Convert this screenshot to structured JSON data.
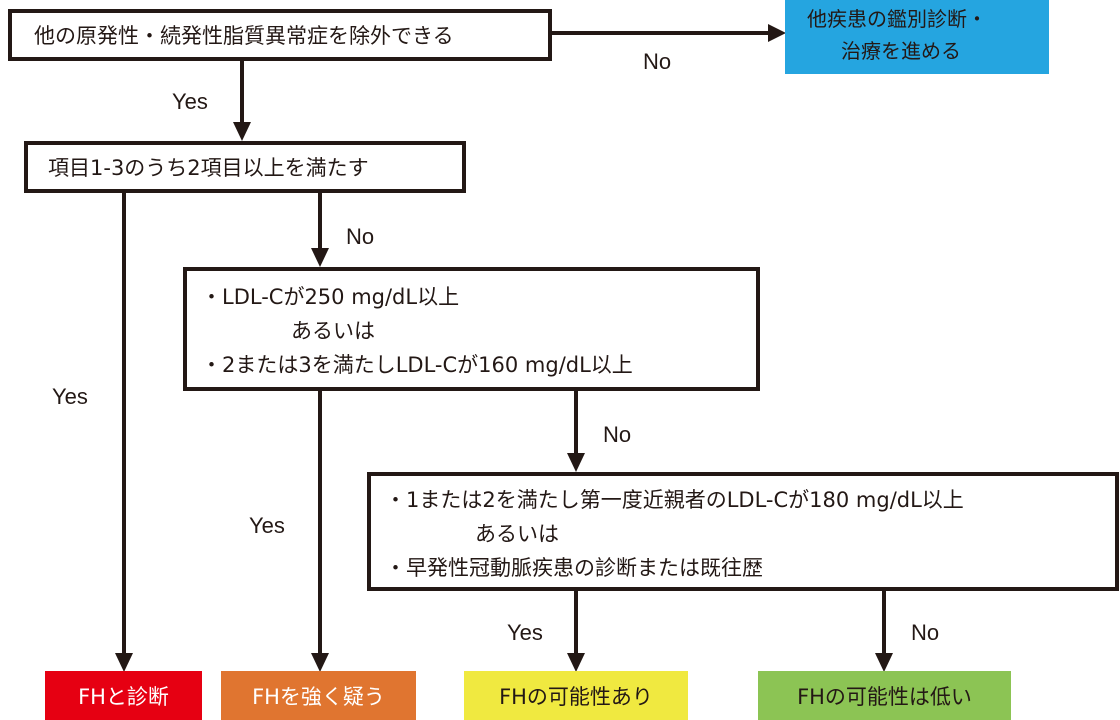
{
  "nodes": {
    "exclude_secondary": "他の原発性・続発性脂質異常症を除外できる",
    "other_disease": [
      "他疾患の鑑別診断・",
      "治療を進める"
    ],
    "two_of_three": "項目1-3のうち2項目以上を満たす",
    "ldl_criteria": [
      "・LDL-Cが250 mg/dL以上",
      "あるいは",
      "・2または3を満たしLDL-Cが160 mg/dL以上"
    ],
    "relative_criteria": [
      "・1または2を満たし第一度近親者のLDL-Cが180 mg/dL以上",
      "あるいは",
      "・早発性冠動脈疾患の診断または既往歴"
    ]
  },
  "edge_labels": {
    "no_1": "No",
    "yes_1": "Yes",
    "no_2": "No",
    "yes_2": "Yes",
    "no_3": "No",
    "yes_3": "Yes",
    "yes_4": "Yes",
    "no_4": "No"
  },
  "outcomes": [
    {
      "label": "FHと診断",
      "color": "#e60012",
      "text_color": "#ffffff"
    },
    {
      "label": "FHを強く疑う",
      "color": "#e07530",
      "text_color": "#ffffff"
    },
    {
      "label": "FHの可能性あり",
      "color": "#f0e940",
      "text_color": "#231815"
    },
    {
      "label": "FHの可能性は低い",
      "color": "#8cc454",
      "text_color": "#231815"
    }
  ],
  "colors": {
    "other_disease_box": "#25a5e0",
    "line": "#231815"
  }
}
